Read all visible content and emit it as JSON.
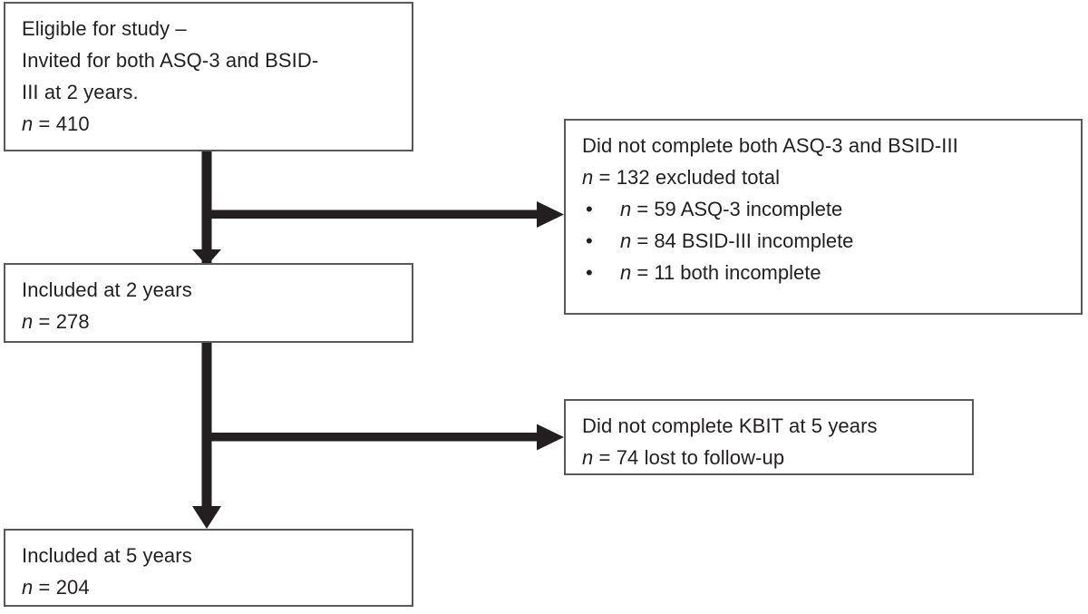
{
  "diagram": {
    "type": "study-flow-chart",
    "stroke_color": "#231f20",
    "box_border_color": "#58595b",
    "background": "#ffffff",
    "boxes": [
      {
        "id": "eligible",
        "name": "eligible-box",
        "lines": [
          {
            "text": "Eligible for study –",
            "italic_prefix": null
          },
          {
            "text": "Invited for both ASQ-3 and BSID-",
            "italic_prefix": null
          },
          {
            "text": "III at 2 years.",
            "italic_prefix": null
          },
          {
            "text": " = 410",
            "italic_prefix": "n"
          }
        ]
      },
      {
        "id": "excluded-2y",
        "name": "excluded-two-years-box",
        "lines": [
          {
            "text": "Did not complete both ASQ-3 and BSID-III",
            "italic_prefix": null
          },
          {
            "text": " = 132 excluded total",
            "italic_prefix": "n"
          }
        ],
        "bullets": [
          {
            "marker": "•",
            "italic_prefix": "n",
            "text": " = 59 ASQ-3 incomplete"
          },
          {
            "marker": "•",
            "italic_prefix": "n",
            "text": " = 84 BSID-III incomplete"
          },
          {
            "marker": "•",
            "italic_prefix": "n",
            "text": " = 11 both incomplete"
          }
        ]
      },
      {
        "id": "included-2y",
        "name": "included-two-years-box",
        "lines": [
          {
            "text": "Included at 2 years",
            "italic_prefix": null
          },
          {
            "text": " = 278",
            "italic_prefix": "n"
          }
        ]
      },
      {
        "id": "excluded-5y",
        "name": "excluded-five-years-box",
        "lines": [
          {
            "text": "Did not complete KBIT at 5 years",
            "italic_prefix": null
          },
          {
            "text": " = 74 lost to follow-up",
            "italic_prefix": "n"
          }
        ]
      },
      {
        "id": "included-5y",
        "name": "included-five-years-box",
        "lines": [
          {
            "text": "Included at 5 years",
            "italic_prefix": null
          },
          {
            "text": " = 204",
            "italic_prefix": "n"
          }
        ]
      }
    ],
    "counts": {
      "eligible_invited": 410,
      "excluded_total_2y": 132,
      "asq3_incomplete": 59,
      "bsid3_incomplete": 84,
      "both_incomplete": 11,
      "included_2y": 278,
      "lost_to_followup_5y": 74,
      "included_5y": 204
    },
    "connectors": [
      {
        "id": "spine-1",
        "name": "vertical-arrow-eligible-to-included2y",
        "direction": "down"
      },
      {
        "id": "branch-1",
        "name": "horizontal-arrow-to-excluded2y",
        "direction": "right"
      },
      {
        "id": "spine-2",
        "name": "vertical-arrow-included2y-to-included5y",
        "direction": "down"
      },
      {
        "id": "branch-2",
        "name": "horizontal-arrow-to-excluded5y",
        "direction": "right"
      }
    ]
  }
}
